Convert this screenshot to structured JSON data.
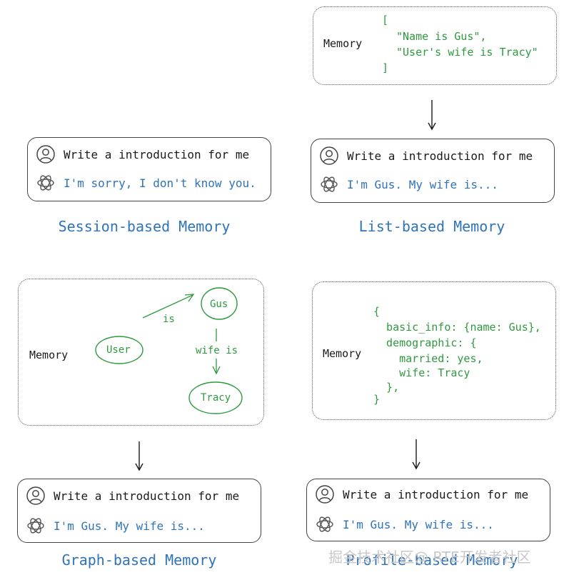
{
  "memory_label": "Memory",
  "chat": {
    "prompt": "Write a introduction for me",
    "reply_session": "I'm sorry, I don't know you.",
    "reply_known": "I'm Gus. My wife is..."
  },
  "list_memory": {
    "open": "[",
    "items": [
      "\"Name is Gus\",",
      "\"User's wife is Tracy\""
    ],
    "close": "]"
  },
  "graph_memory": {
    "nodes": {
      "user": "User",
      "gus": "Gus",
      "tracy": "Tracy"
    },
    "edges": {
      "is": "is",
      "wife_is": "wife is"
    }
  },
  "profile_memory": {
    "lines": [
      "{",
      "  basic_info: {name: Gus},",
      "  demographic: {",
      "    married: yes,",
      "    wife: Tracy",
      "  },",
      "}"
    ]
  },
  "captions": {
    "session": "Session-based Memory",
    "list": "List-based Memory",
    "graph": "Graph-based Memory",
    "profile": "Profile-based Memory"
  },
  "watermark": "掘金技术社区@ RTE开发者社区",
  "colors": {
    "green": "#2e9a3e",
    "blue": "#2f73b8"
  }
}
